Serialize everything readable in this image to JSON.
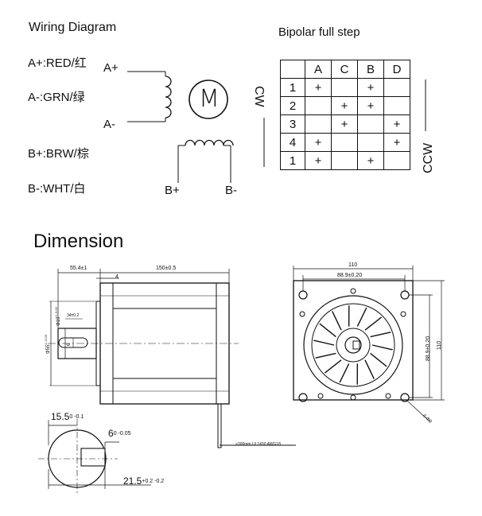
{
  "wiring": {
    "title": "Wiring Diagram",
    "wires": [
      {
        "label": "A+:RED/红"
      },
      {
        "label": "A-:GRN/绿"
      },
      {
        "label": "B+:BRW/棕"
      },
      {
        "label": "B-:WHT/白"
      }
    ],
    "terminals": {
      "a_plus": "A+",
      "a_minus": "A-",
      "b_plus": "B+",
      "b_minus": "B-"
    },
    "motor_symbol": "M"
  },
  "step_table": {
    "title": "Bipolar full step",
    "headers": [
      "",
      "A",
      "C",
      "B",
      "D"
    ],
    "rows": [
      [
        "1",
        "+",
        "",
        "+",
        ""
      ],
      [
        "2",
        "",
        "+",
        "+",
        ""
      ],
      [
        "3",
        "",
        "+",
        "",
        "+"
      ],
      [
        "4",
        "+",
        "",
        "",
        "+"
      ],
      [
        "1",
        "+",
        "",
        "+",
        ""
      ]
    ],
    "cw_label": "CW",
    "ccw_label": "CCW"
  },
  "dimension": {
    "title": "Dimension",
    "side": {
      "shaft_length": "55.4±1",
      "flange_thickness": "4",
      "body_length": "150±0.5",
      "flat_length": "34±0.2",
      "shaft_dia": "Φ19",
      "shaft_dia_tol": "0 -0.02",
      "pilot_dia": "Φ55",
      "pilot_dia_tol": "0 -0.03",
      "key_width": "6",
      "lead_note": ">300mm UL1430 AWG18"
    },
    "front": {
      "width": "110",
      "hole_spacing_h": "88.9±0.20",
      "hole_spacing_v": "88.9±0.20",
      "height": "110",
      "hole_dia": "4-Φ9"
    },
    "shaft_section": {
      "flat_width": "15.5",
      "flat_width_tol": "0 -0.1",
      "key_width": "6",
      "key_width_tol": "0 -0.05",
      "key_height": "21.5",
      "key_height_tol": "+0.2 -0.2"
    }
  }
}
